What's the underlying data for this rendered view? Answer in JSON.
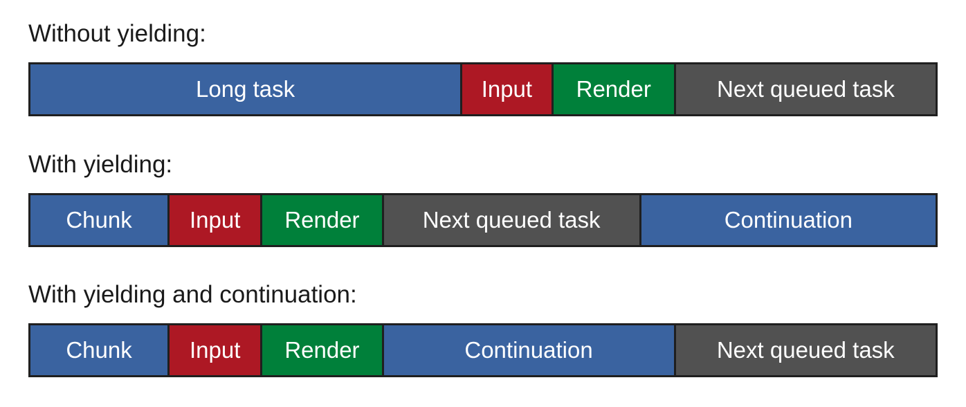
{
  "diagram": {
    "title_colors": {
      "blue": "#3a63a0",
      "red": "#ad1824",
      "green": "#00803a",
      "gray": "#515151",
      "border": "#1f1f1f",
      "background": "#ffffff",
      "label_text": "#1a1a1a",
      "segment_text": "#ffffff"
    },
    "sections": [
      {
        "label": "Without yielding:",
        "segments": [
          {
            "label": "Long task",
            "color": "blue",
            "width_pct": 47.72
          },
          {
            "label": "Input",
            "color": "red",
            "width_pct": 10.05
          },
          {
            "label": "Render",
            "color": "green",
            "width_pct": 13.55
          },
          {
            "label": "Next queued task",
            "color": "gray",
            "width_pct": 28.68
          }
        ]
      },
      {
        "label": "With yielding:",
        "segments": [
          {
            "label": "Chunk",
            "color": "blue",
            "width_pct": 15.37
          },
          {
            "label": "Input",
            "color": "red",
            "width_pct": 10.27
          },
          {
            "label": "Render",
            "color": "green",
            "width_pct": 13.39
          },
          {
            "label": "Next queued task",
            "color": "gray",
            "width_pct": 28.46
          },
          {
            "label": "Continuation",
            "color": "blue",
            "width_pct": 32.51
          }
        ]
      },
      {
        "label": "With yielding and continuation:",
        "segments": [
          {
            "label": "Chunk",
            "color": "blue",
            "width_pct": 15.37
          },
          {
            "label": "Input",
            "color": "red",
            "width_pct": 10.27
          },
          {
            "label": "Render",
            "color": "green",
            "width_pct": 13.39
          },
          {
            "label": "Continuation",
            "color": "blue",
            "width_pct": 32.27
          },
          {
            "label": "Next queued task",
            "color": "gray",
            "width_pct": 28.7
          }
        ]
      }
    ]
  }
}
